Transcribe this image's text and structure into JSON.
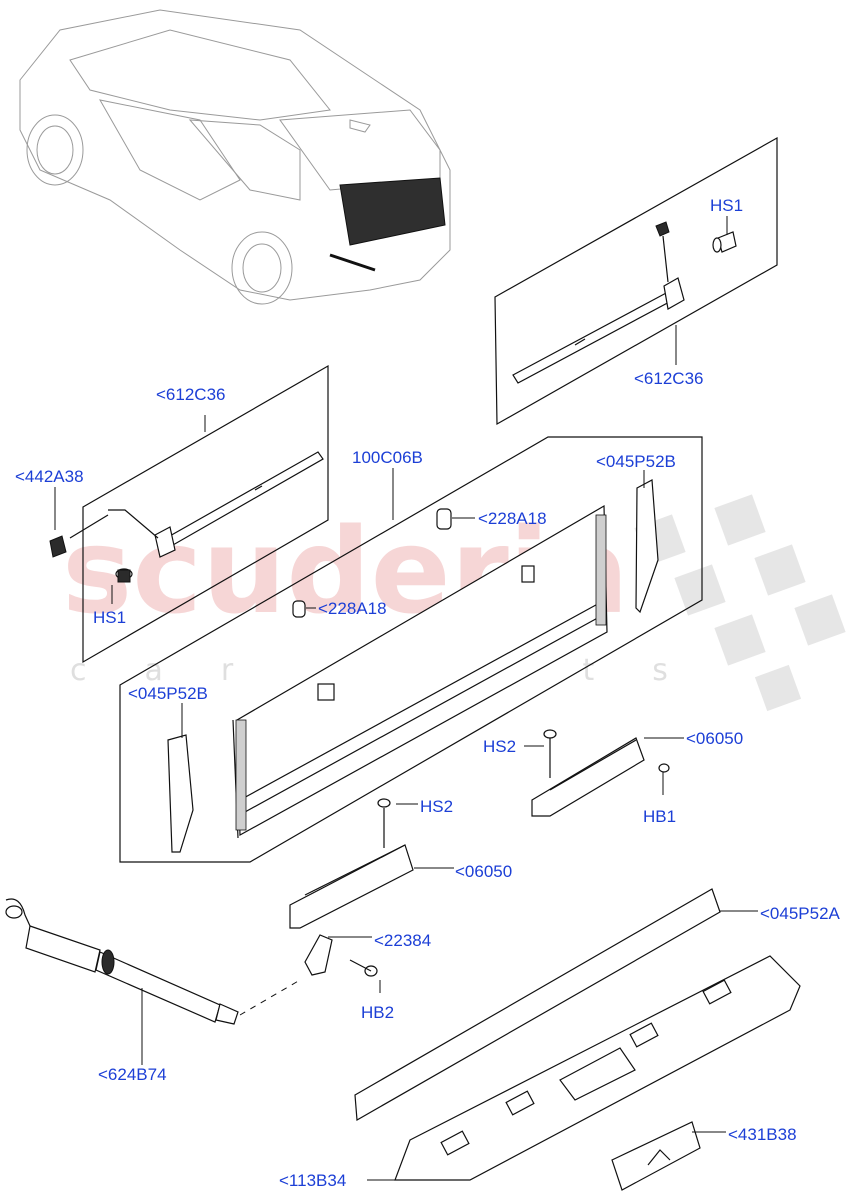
{
  "watermark": {
    "brand": "scuderia",
    "tagline": "car parts"
  },
  "callouts": {
    "hs1_right": "HS1",
    "c612c36_right": "<612C36",
    "c612c36_left": "<612C36",
    "c442a38": "<442A38",
    "hs1_left": "HS1",
    "c100c06b": "100C06B",
    "c228a18_top": "<228A18",
    "c228a18_mid": "<228A18",
    "c045p52b_right": "<045P52B",
    "c045p52b_left": "<045P52B",
    "hs2_right": "HS2",
    "c06050_right": "<06050",
    "hb1": "HB1",
    "hs2_center": "HS2",
    "c06050_center": "<06050",
    "c045p52a": "<045P52A",
    "c22384": "<22384",
    "hb2": "HB2",
    "c624b74": "<624B74",
    "c431b38": "<431B38",
    "c113b34": "<113B34"
  }
}
